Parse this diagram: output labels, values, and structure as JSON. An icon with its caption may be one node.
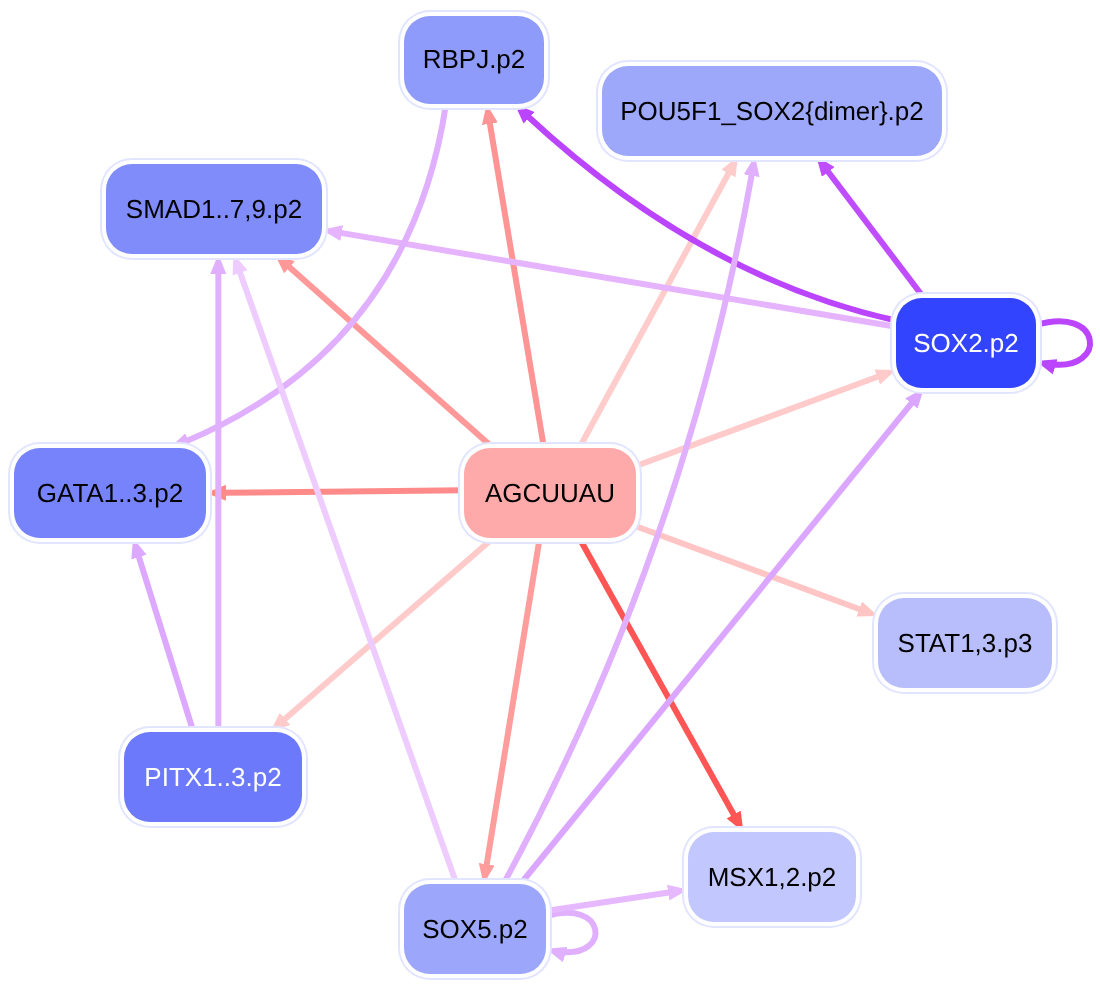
{
  "diagram": {
    "nodes": [
      {
        "text": [
          "RBPJ.p2"
        ]
      },
      {
        "text": [
          "POU5F1_SOX2{dimer}.p2"
        ]
      },
      {
        "text": [
          "SMAD1..7,9.p2"
        ]
      },
      {
        "text": [
          "SOX2.p2"
        ]
      },
      {
        "text": [
          "GATA1..3.p2"
        ]
      },
      {
        "text": [
          "AGCUUAU"
        ]
      },
      {
        "text": [
          "STAT1,3.p3"
        ]
      },
      {
        "text": [
          "PITX1..3.p2"
        ]
      },
      {
        "text": [
          "MSX1,2.p2"
        ]
      },
      {
        "text": [
          "SOX5.p2"
        ]
      }
    ],
    "edges": [
      {
        "from": 5,
        "to": 0,
        "arrow": "to",
        "color": "#ff9494"
      },
      {
        "from": 5,
        "to": 2,
        "arrow": "to",
        "color": "#ff9999"
      },
      {
        "from": 5,
        "to": 4,
        "arrow": "to",
        "color": "#ff8a8a"
      },
      {
        "from": 5,
        "to": 1,
        "arrow": "to",
        "color": "#ffcccc"
      },
      {
        "from": 5,
        "to": 3,
        "arrow": "to",
        "color": "#ffcaca"
      },
      {
        "from": 5,
        "to": 6,
        "arrow": "to",
        "color": "#ffc4c4"
      },
      {
        "from": 5,
        "to": 7,
        "arrow": "to",
        "color": "#ffcaca"
      },
      {
        "from": 5,
        "to": 9,
        "arrow": "to",
        "color": "#ff9c9c"
      },
      {
        "from": 5,
        "to": 8,
        "arrow": "to",
        "color": "#ff5555"
      },
      {
        "from": 3,
        "to": 0,
        "arrow": "to",
        "color": "#bb44ff"
      },
      {
        "from": 3,
        "to": 1,
        "arrow": "to",
        "color": "#bf4dff"
      },
      {
        "from": 3,
        "to": 2,
        "arrow": "to",
        "color": "#e6b3ff"
      },
      {
        "from": 3,
        "to": 3,
        "arrow": "to",
        "color": "#bb44ff"
      },
      {
        "from": 0,
        "to": 4,
        "arrow": "to",
        "color": "#e0b0ff"
      },
      {
        "from": 7,
        "to": 4,
        "arrow": "to",
        "color": "#dda8ff"
      },
      {
        "from": 7,
        "to": 2,
        "arrow": "to",
        "color": "#e0b0ff"
      },
      {
        "from": 9,
        "to": 2,
        "arrow": "to",
        "color": "#eeccff"
      },
      {
        "from": 9,
        "to": 1,
        "arrow": "to",
        "color": "#e0b0ff"
      },
      {
        "from": 9,
        "to": 3,
        "arrow": "to",
        "color": "#dba6ff"
      },
      {
        "from": 9,
        "to": 9,
        "arrow": "to",
        "color": "#e0b0ff"
      },
      {
        "from": 9,
        "to": 8,
        "arrow": "to",
        "color": "#e6b8ff"
      }
    ]
  }
}
